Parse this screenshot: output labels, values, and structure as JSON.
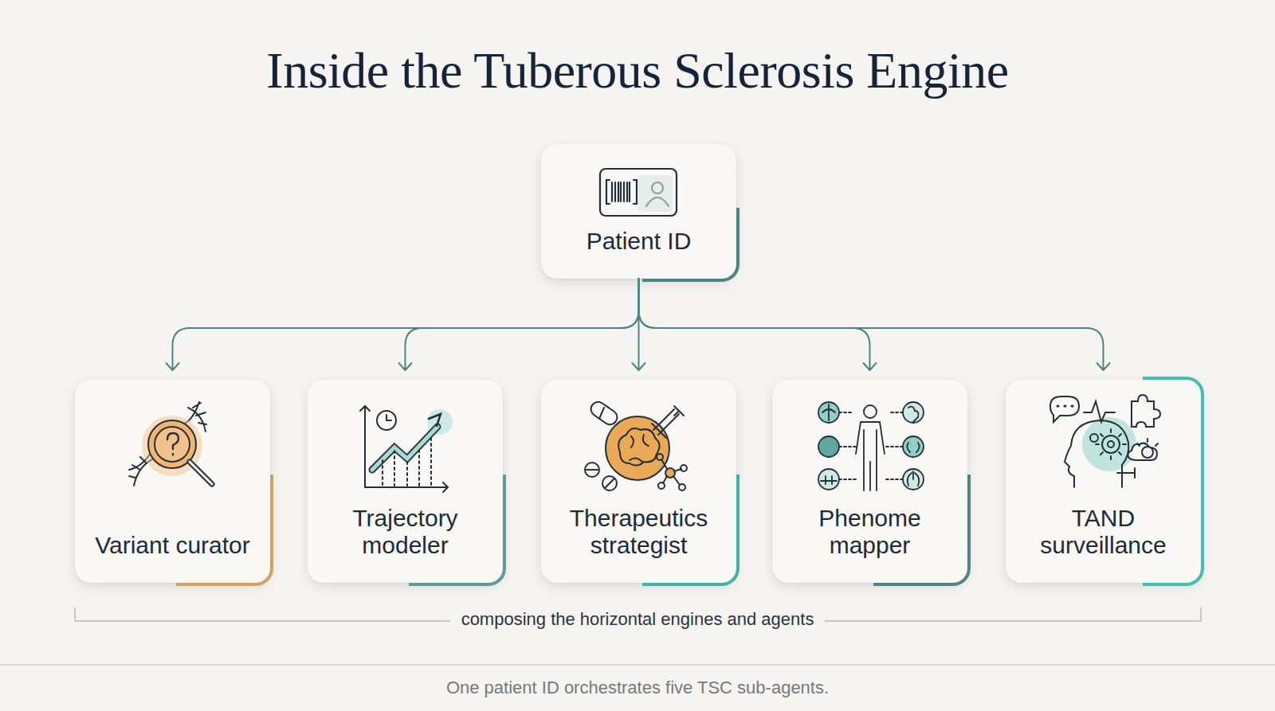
{
  "diagram": {
    "title": "Inside the Tuberous Sclerosis Engine",
    "caption": "One patient ID orchestrates five TSC sub-agents.",
    "nodes": [
      {
        "text": [
          "Patient ID"
        ]
      },
      {
        "text": [
          "Variant curator"
        ]
      },
      {
        "text": [
          "Trajectory modeler"
        ]
      },
      {
        "text": [
          "Therapeutics strategist"
        ]
      },
      {
        "text": [
          "Phenome mapper"
        ]
      },
      {
        "text": [
          "TAND surveillance"
        ]
      }
    ],
    "edges": [
      {
        "from": 0,
        "to": 1,
        "arrow": "to"
      },
      {
        "from": 0,
        "to": 2,
        "arrow": "to"
      },
      {
        "from": 0,
        "to": 3,
        "arrow": "to"
      },
      {
        "from": 0,
        "to": 4,
        "arrow": "to"
      },
      {
        "from": 0,
        "to": 5,
        "arrow": "to"
      }
    ],
    "labels": [
      "composing the horizontal engines and agents"
    ]
  }
}
